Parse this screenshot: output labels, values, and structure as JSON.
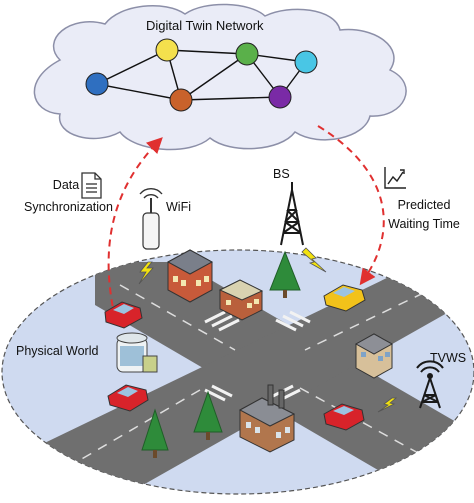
{
  "labels": {
    "network_title": "Digital Twin Network",
    "data_sync_line1": "Data",
    "data_sync_line2": "Synchronization",
    "wifi": "WiFi",
    "bs": "BS",
    "predicted_line1": "Predicted",
    "predicted_line2": "Waiting Time",
    "physical_world": "Physical World",
    "tvws": "TVWS"
  },
  "network": {
    "nodes": [
      {
        "id": "blue",
        "color": "#2f6fc0"
      },
      {
        "id": "yellow",
        "color": "#f4e04d"
      },
      {
        "id": "green",
        "color": "#5ab04a"
      },
      {
        "id": "cyan",
        "color": "#49c6e5"
      },
      {
        "id": "orange",
        "color": "#c9622b"
      },
      {
        "id": "purple",
        "color": "#7a2aa6"
      }
    ],
    "edges": [
      [
        "blue",
        "yellow"
      ],
      [
        "blue",
        "orange"
      ],
      [
        "yellow",
        "orange"
      ],
      [
        "yellow",
        "green"
      ],
      [
        "orange",
        "green"
      ],
      [
        "orange",
        "purple"
      ],
      [
        "green",
        "purple"
      ],
      [
        "green",
        "cyan"
      ],
      [
        "purple",
        "cyan"
      ]
    ]
  },
  "colors": {
    "cloud_fill": "#eaecf7",
    "cloud_stroke": "#8c8fa8",
    "ground_fill": "#cfdaf0",
    "road": "#6b6b6b",
    "dashed_arrow": "#e03030",
    "tree": "#2e8b3a",
    "tower": "#1a1a1a",
    "lightning": "#f2e20f"
  },
  "icons": [
    "document-icon",
    "chart-trend-icon",
    "wifi-tower-icon",
    "bs-tower-icon",
    "tvws-tower-icon",
    "lightning-icon",
    "car-icon",
    "building-icon",
    "tree-icon"
  ]
}
